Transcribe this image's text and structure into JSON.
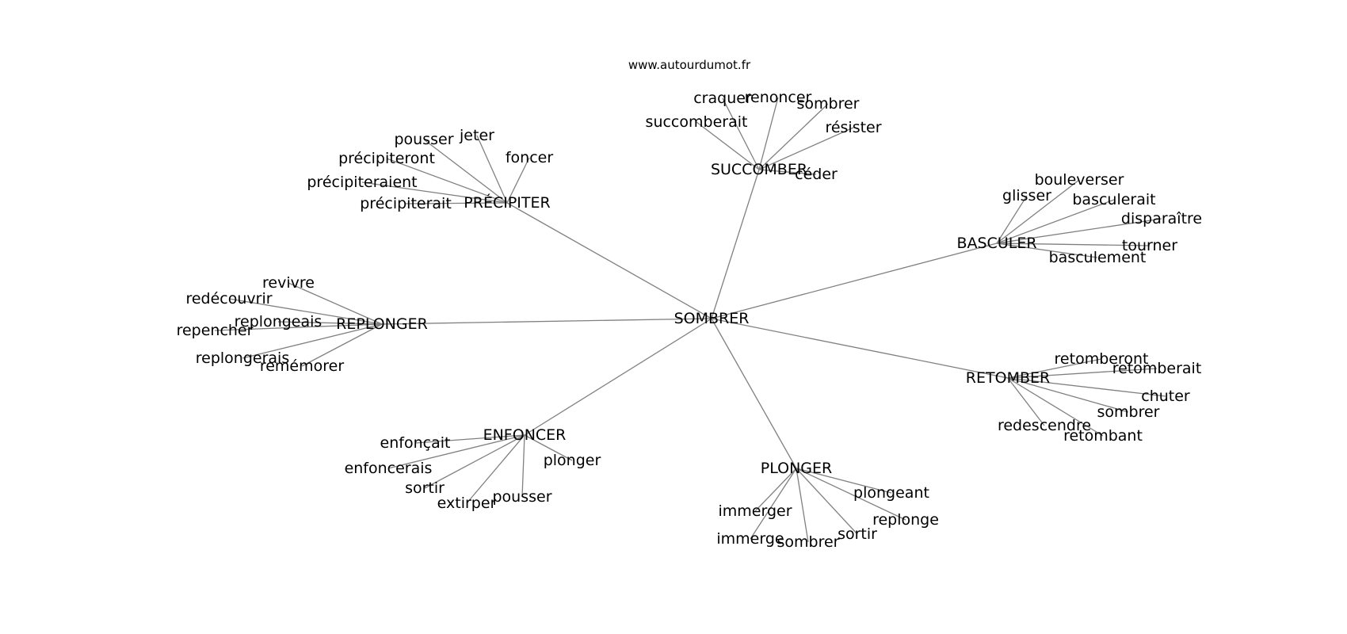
{
  "watermark": "www.autourdumot.fr",
  "center": "SOMBRER",
  "edge_color": "#808080",
  "groups": [
    {
      "label": "PRÉCIPITER",
      "words": [
        "pousser",
        "jeter",
        "foncer",
        "précipiteront",
        "précipiteraient",
        "précipiterait"
      ]
    },
    {
      "label": "SUCCOMBER",
      "words": [
        "craquer",
        "renoncer",
        "sombrer",
        "succomberait",
        "résister",
        "céder"
      ]
    },
    {
      "label": "BASCULER",
      "words": [
        "bouleverser",
        "glisser",
        "basculerait",
        "disparaître",
        "tourner",
        "basculement"
      ]
    },
    {
      "label": "REPLONGER",
      "words": [
        "revivre",
        "redécouvrir",
        "replongeais",
        "repencher",
        "replongerais",
        "remémorer"
      ]
    },
    {
      "label": "RETOMBER",
      "words": [
        "retomberont",
        "retomberait",
        "chuter",
        "sombrer",
        "redescendre",
        "retombant"
      ]
    },
    {
      "label": "ENFONCER",
      "words": [
        "enfonçait",
        "enfoncerais",
        "plonger",
        "sortir",
        "extirper",
        "pousser"
      ]
    },
    {
      "label": "PLONGER",
      "words": [
        "plongeant",
        "immerger",
        "replonge",
        "immerge",
        "sombrer",
        "sortir"
      ]
    }
  ]
}
